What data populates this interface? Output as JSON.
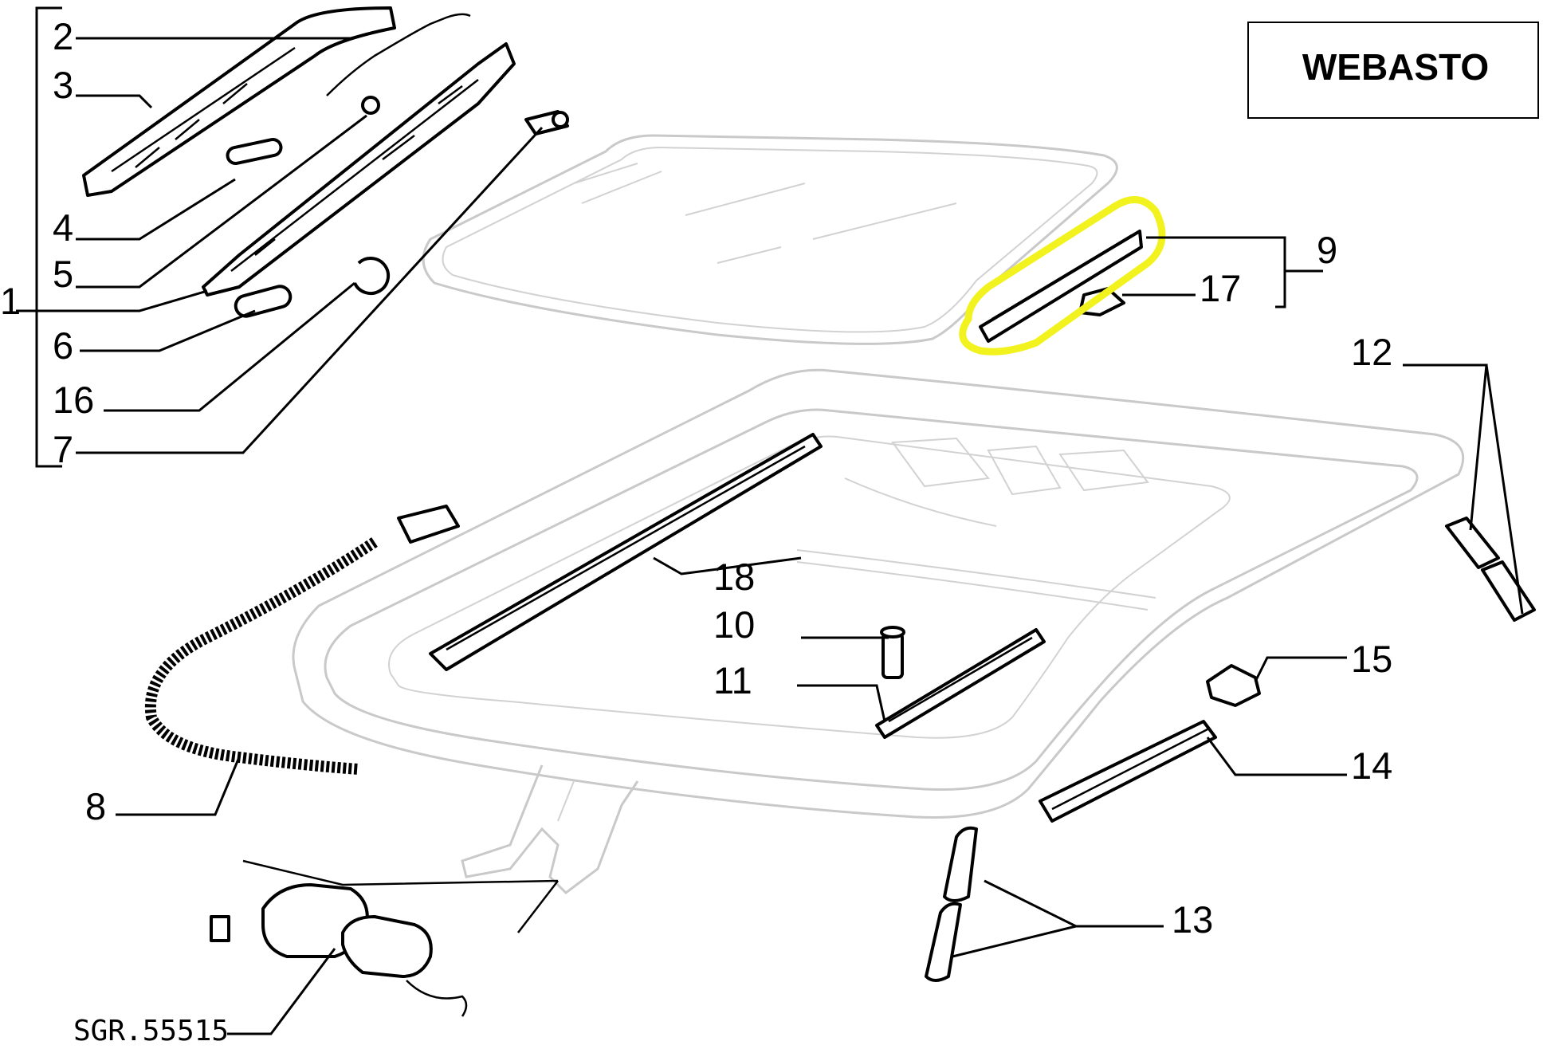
{
  "brand_box": {
    "text": "WEBASTO"
  },
  "callouts": [
    {
      "id": "c2",
      "text": "2"
    },
    {
      "id": "c3",
      "text": "3"
    },
    {
      "id": "c4",
      "text": "4"
    },
    {
      "id": "c5",
      "text": "5"
    },
    {
      "id": "c1",
      "text": "1"
    },
    {
      "id": "c6",
      "text": "6"
    },
    {
      "id": "c16",
      "text": "16"
    },
    {
      "id": "c7",
      "text": "7"
    },
    {
      "id": "c9",
      "text": "9"
    },
    {
      "id": "c17",
      "text": "17"
    },
    {
      "id": "c12",
      "text": "12"
    },
    {
      "id": "c18",
      "text": "18"
    },
    {
      "id": "c10",
      "text": "10"
    },
    {
      "id": "c11",
      "text": "11"
    },
    {
      "id": "c15",
      "text": "15"
    },
    {
      "id": "c14",
      "text": "14"
    },
    {
      "id": "c8",
      "text": "8"
    },
    {
      "id": "c13",
      "text": "13"
    }
  ],
  "drawing_code": "SGR.55515",
  "highlight": {
    "color": "#f2f21e",
    "target": "9"
  }
}
